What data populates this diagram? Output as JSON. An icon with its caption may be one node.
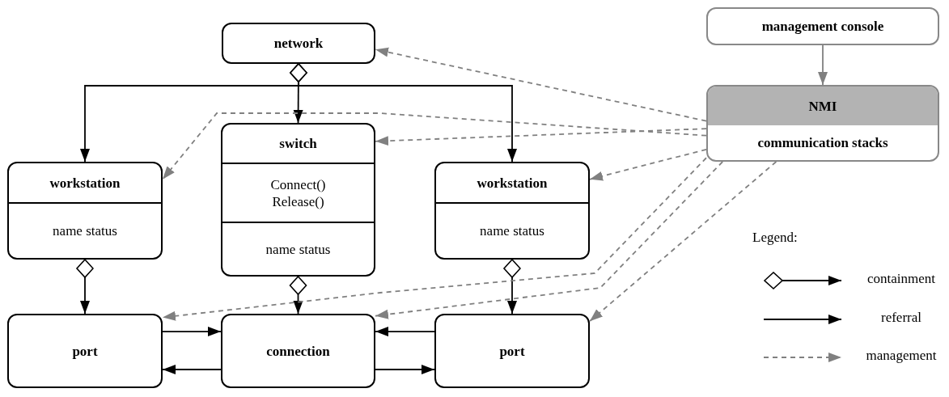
{
  "diagram": {
    "nodes": [
      {
        "text": [
          "network"
        ]
      },
      {
        "text": [
          "switch",
          "Connect() Release()",
          "name status"
        ]
      },
      {
        "text": [
          "workstation",
          "name status"
        ]
      },
      {
        "text": [
          "workstation",
          "name status"
        ]
      },
      {
        "text": [
          "port"
        ]
      },
      {
        "text": [
          "connection"
        ]
      },
      {
        "text": [
          "port"
        ]
      },
      {
        "text": [
          "management console"
        ]
      },
      {
        "text": [
          "NMI",
          "communication stacks"
        ]
      }
    ],
    "edges": [
      {
        "from": 0,
        "to": 2,
        "arrow": "to"
      },
      {
        "from": 0,
        "to": 1,
        "arrow": "to"
      },
      {
        "from": 0,
        "to": 3,
        "arrow": "to"
      },
      {
        "from": 2,
        "to": 4,
        "arrow": "to"
      },
      {
        "from": 1,
        "to": 5,
        "arrow": "to"
      },
      {
        "from": 3,
        "to": 6,
        "arrow": "to"
      },
      {
        "from": 4,
        "to": 5,
        "arrow": "to"
      },
      {
        "from": 5,
        "to": 4,
        "arrow": "to"
      },
      {
        "from": 6,
        "to": 5,
        "arrow": "to"
      },
      {
        "from": 5,
        "to": 6,
        "arrow": "to"
      },
      {
        "from": 7,
        "to": 8,
        "arrow": "to",
        "color": "#808080"
      },
      {
        "from": 8,
        "to": 0,
        "arrow": "to",
        "style": "dashed",
        "color": "#808080"
      },
      {
        "from": 8,
        "to": 1,
        "arrow": "to",
        "style": "dashed",
        "color": "#808080"
      },
      {
        "from": 8,
        "to": 2,
        "arrow": "to",
        "style": "dashed",
        "color": "#808080"
      },
      {
        "from": 8,
        "to": 3,
        "arrow": "to",
        "style": "dashed",
        "color": "#808080"
      },
      {
        "from": 8,
        "to": 4,
        "arrow": "to",
        "style": "dashed",
        "color": "#808080"
      },
      {
        "from": 8,
        "to": 5,
        "arrow": "to",
        "style": "dashed",
        "color": "#808080"
      },
      {
        "from": 8,
        "to": 6,
        "arrow": "to",
        "style": "dashed",
        "color": "#808080"
      }
    ],
    "labels": [
      "Legend:"
    ],
    "legend": [
      {
        "text": "containment"
      },
      {
        "text": "referral"
      },
      {
        "text": "management"
      }
    ]
  }
}
